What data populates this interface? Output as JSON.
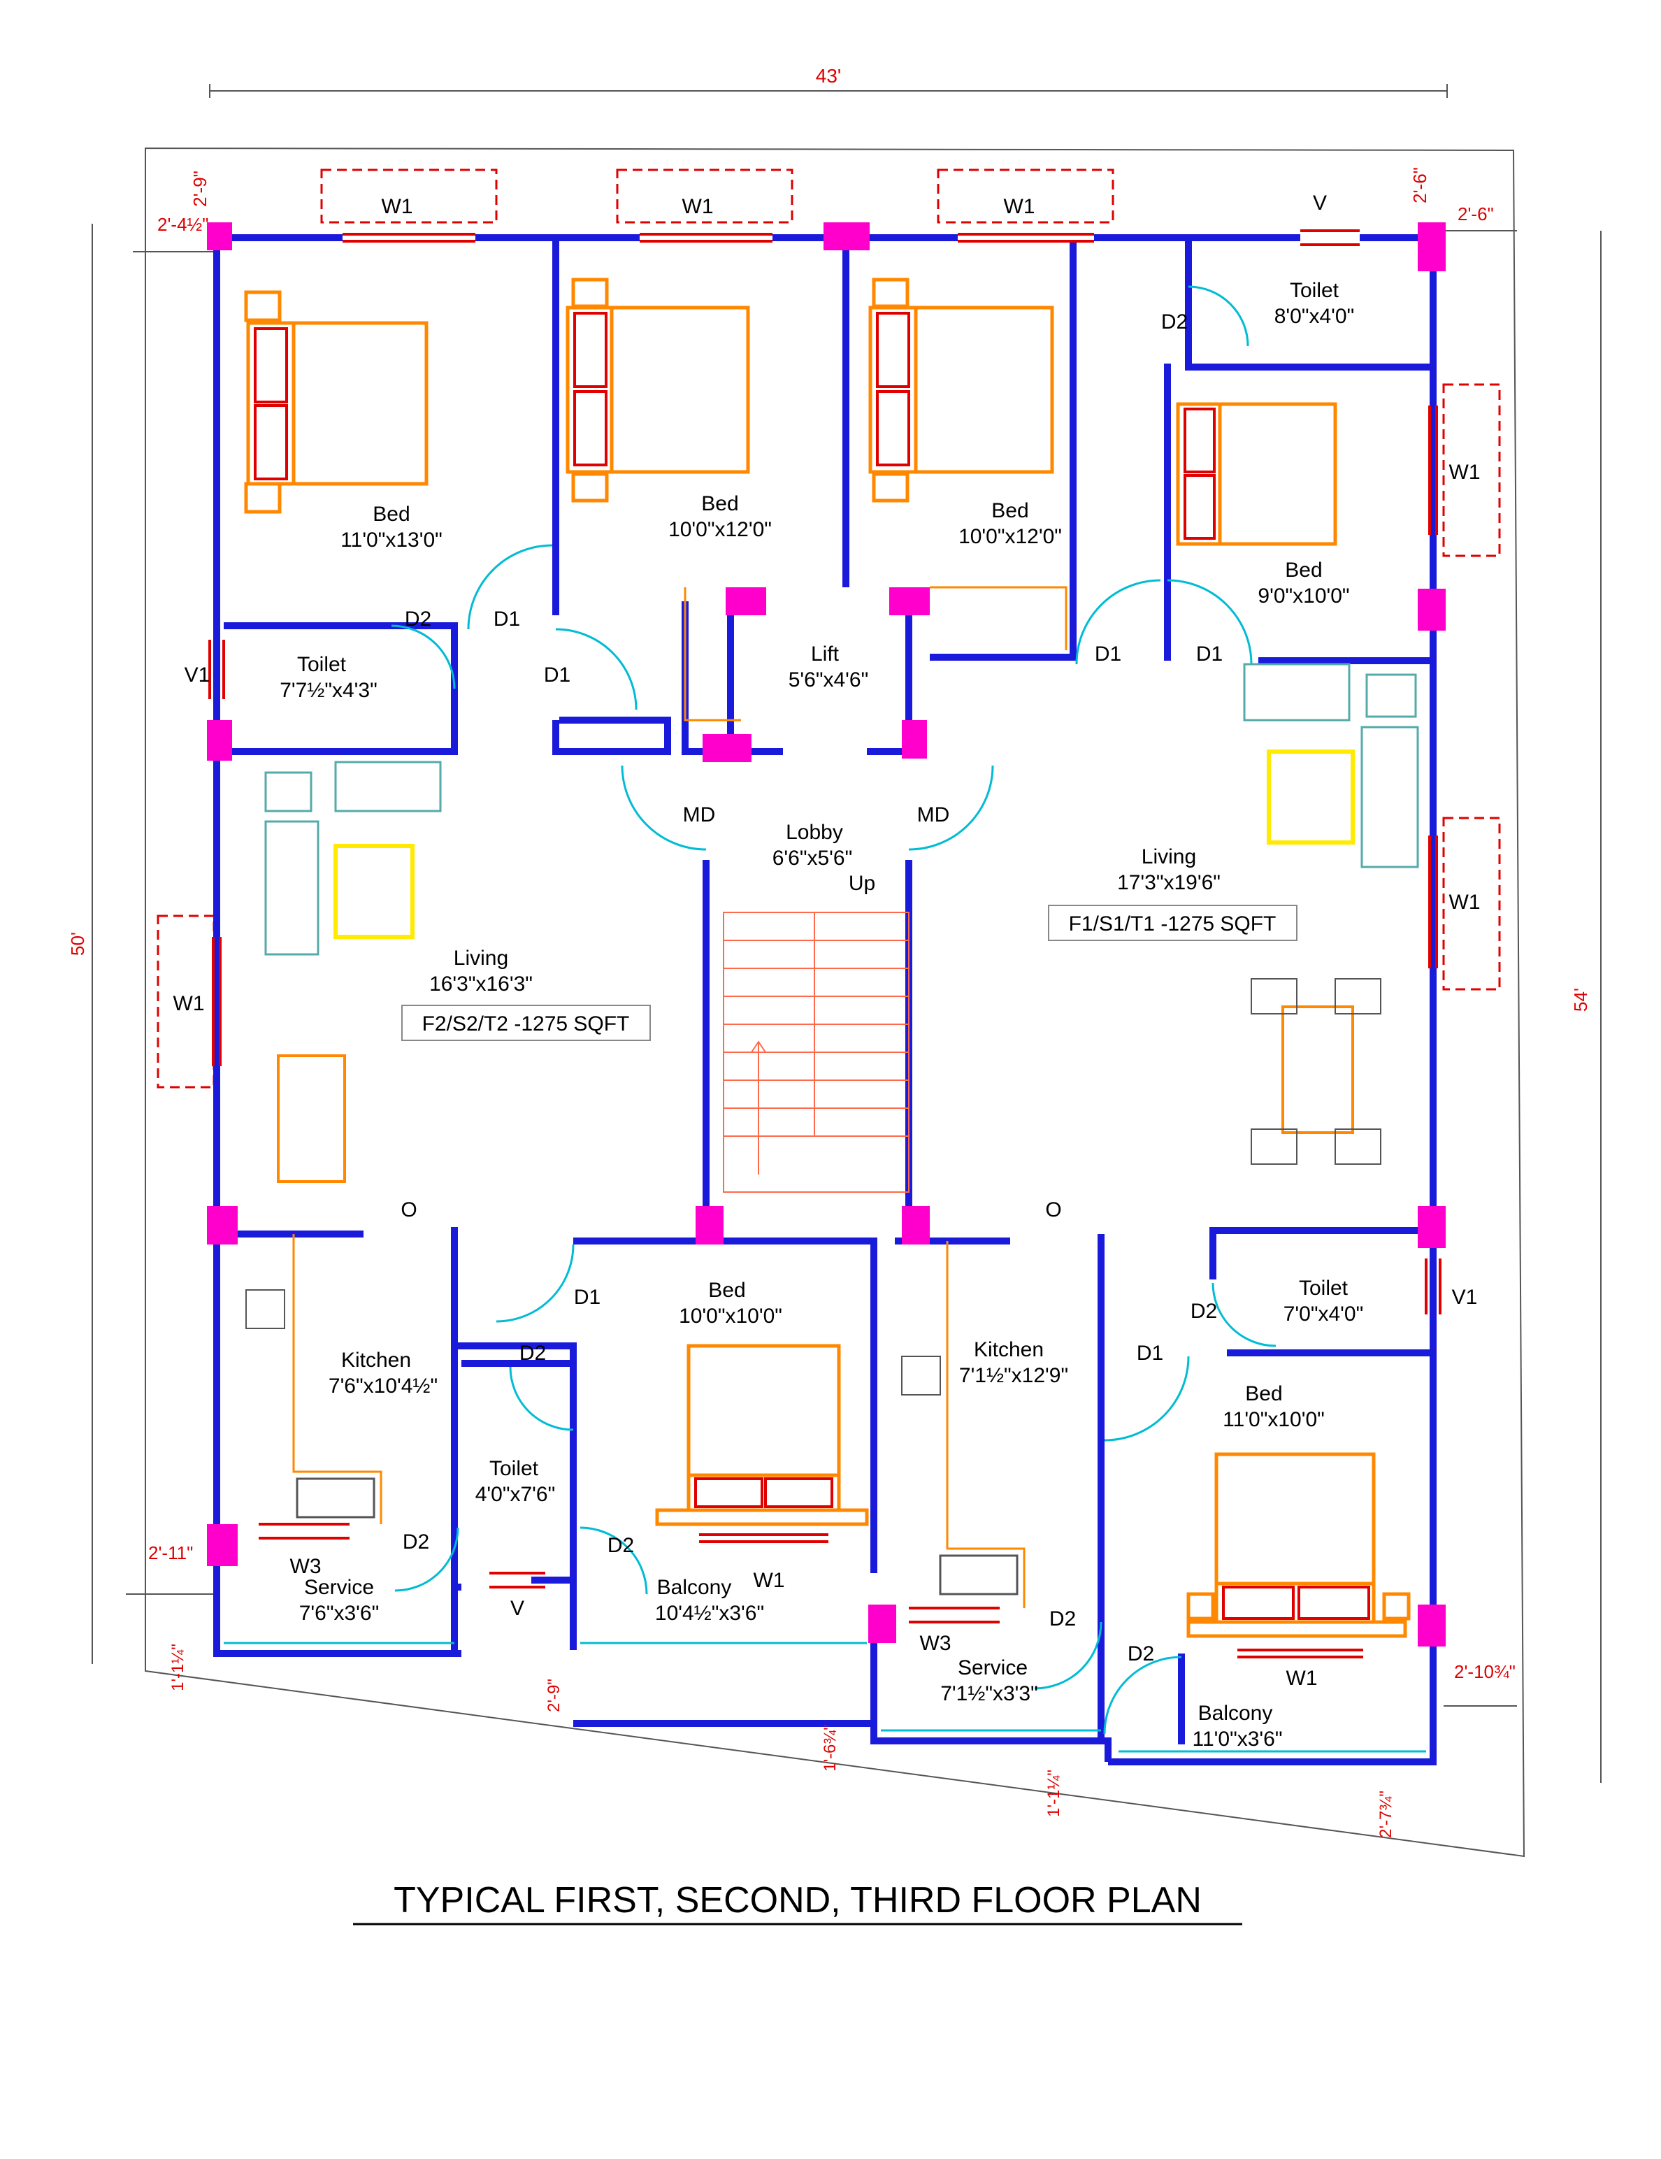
{
  "title": "TYPICAL FIRST, SECOND, THIRD FLOOR PLAN",
  "dimensions": {
    "top_overall": "43'",
    "left_overall": "50'",
    "right_overall": "54'",
    "top_left_setback": "2'-9\"",
    "top_left_side": "2'-4½\"",
    "top_right_setback": "2'-6\"",
    "top_right_side": "2'-6\"",
    "left_bottom_side": "2'-11\"",
    "right_bottom_side": "2'-10¾\"",
    "bottom_1": "1'-1¼\"",
    "bottom_2": "2'-9\"",
    "bottom_3": "1'-6¾\"",
    "bottom_4": "1'-1¼\"",
    "bottom_5": "2'-7¾\""
  },
  "rooms": {
    "bed_nw": {
      "name": "Bed",
      "size": "11'0\"x13'0\""
    },
    "bed_n2": {
      "name": "Bed",
      "size": "10'0\"x12'0\""
    },
    "bed_n3": {
      "name": "Bed",
      "size": "10'0\"x12'0\""
    },
    "bed_ne": {
      "name": "Bed",
      "size": "9'0\"x10'0\""
    },
    "toilet_ne": {
      "name": "Toilet",
      "size": "8'0\"x4'0\""
    },
    "toilet_nw": {
      "name": "Toilet",
      "size": "7'7½\"x4'3\""
    },
    "lift": {
      "name": "Lift",
      "size": "5'6\"x4'6\""
    },
    "lobby": {
      "name": "Lobby",
      "size": "6'6\"x5'6\""
    },
    "stair_up": "Up",
    "living_w": {
      "name": "Living",
      "size": "16'3\"x16'3\"",
      "area": "F2/S2/T2 -1275 SQFT"
    },
    "living_e": {
      "name": "Living",
      "size": "17'3\"x19'6\"",
      "area": "F1/S1/T1 -1275 SQFT"
    },
    "kitchen_w": {
      "name": "Kitchen",
      "size": "7'6\"x10'4½\""
    },
    "toilet_sw": {
      "name": "Toilet",
      "size": "4'0\"x7'6\""
    },
    "bed_s": {
      "name": "Bed",
      "size": "10'0\"x10'0\""
    },
    "kitchen_e": {
      "name": "Kitchen",
      "size": "7'1½\"x12'9\""
    },
    "toilet_se": {
      "name": "Toilet",
      "size": "7'0\"x4'0\""
    },
    "bed_se": {
      "name": "Bed",
      "size": "11'0\"x10'0\""
    },
    "service_w": {
      "name": "Service",
      "size": "7'6\"x3'6\""
    },
    "balcony_w": {
      "name": "Balcony",
      "size": "10'4½\"x3'6\""
    },
    "service_e": {
      "name": "Service",
      "size": "7'1½\"x3'3\""
    },
    "balcony_e": {
      "name": "Balcony",
      "size": "11'0\"x3'6\""
    }
  },
  "openings": {
    "w1": "W1",
    "w3": "W3",
    "v": "V",
    "v1": "V1",
    "d1": "D1",
    "d2": "D2",
    "md": "MD",
    "o": "O"
  },
  "colors": {
    "wall": "#1a1adb",
    "column": "#ff00cc",
    "window": "#e00000",
    "dimension": "#e00000",
    "door_swing": "#00bcd4",
    "furniture": "#ff8800"
  }
}
